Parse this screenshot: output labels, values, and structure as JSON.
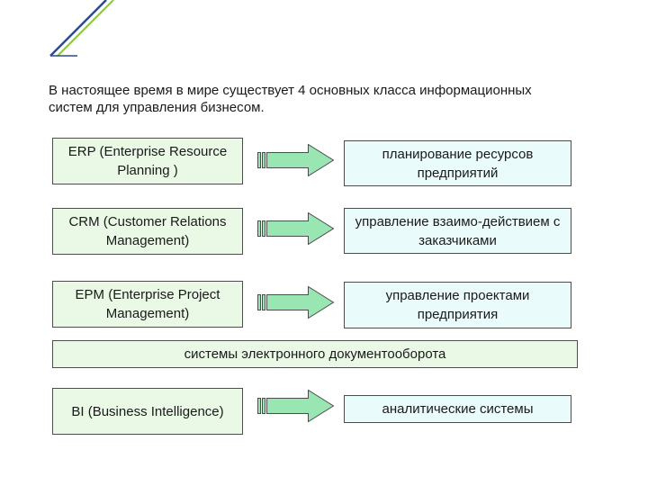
{
  "intro": "В настоящее время в мире существует 4 основных класса информационных систем для управления бизнесом.",
  "rows": [
    {
      "left": "ERP (Enterprise Resource Planning )",
      "right": "планирование ресурсов предприятий"
    },
    {
      "left": "CRM (Customer Relations Management)",
      "right": "управление взаимо-действием с заказчиками"
    },
    {
      "left": "EPM (Enterprise Project Management)",
      "right": "управление проектами предприятия"
    },
    {
      "left": "BI (Business Intelligence)",
      "right": "аналитические системы"
    }
  ],
  "wide_box": "системы электронного документооборота",
  "colors": {
    "left_fill": "#eaf8e6",
    "right_fill": "#eafbfc",
    "arrow_fill": "#99e6b3",
    "deco_blue": "#2d4a8a",
    "deco_green": "#8cc63f"
  }
}
